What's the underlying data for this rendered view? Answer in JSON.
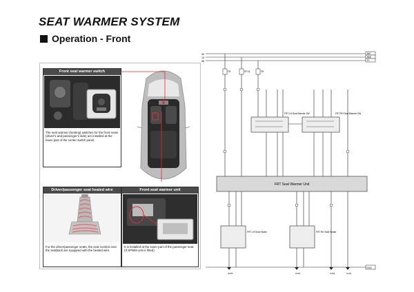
{
  "page": {
    "title": "SEAT WARMER SYSTEM",
    "subtitle": "Operation - Front"
  },
  "panels": {
    "switch": {
      "heading": "Front seat warmer switch",
      "caption": "The seat warmer (heating) switches for the front seats (driver's and passenger's side) are installed at the lower part of the center switch panel."
    },
    "heated_wire": {
      "heading": "Driver/passenger seat heated wire",
      "caption": "For the driver/passenger seats, the seat cushion and the seatback are equipped with the heated wire."
    },
    "unit": {
      "heading": "Front seat warmer unit",
      "caption": "It is installed at the lower part of the passenger seat. (If SPWM unit is fitted)"
    }
  },
  "diagram": {
    "bus_labels": [
      "30",
      "15",
      "58"
    ],
    "bus_tags": [
      "B67",
      "B66",
      "F1"
    ],
    "fuses": [
      "F8",
      "EF13",
      "F8"
    ],
    "switches": [
      "FRT LH Seat Warmer SW",
      "FRT RH Seat Warmer SW"
    ],
    "unit_label": "FRT Seat Warmer Unit",
    "heaters": [
      "FRT LH Seat Heater",
      "FRT RH Seat Heater"
    ],
    "grounds": [
      "G201",
      "G301",
      "G302",
      "G101"
    ],
    "ground_tag": "G102"
  },
  "colors": {
    "panel_header": "#4a4a4a",
    "unit_band": "#d9d9d9",
    "callout_red": "#e03030",
    "wire": "#222222"
  }
}
